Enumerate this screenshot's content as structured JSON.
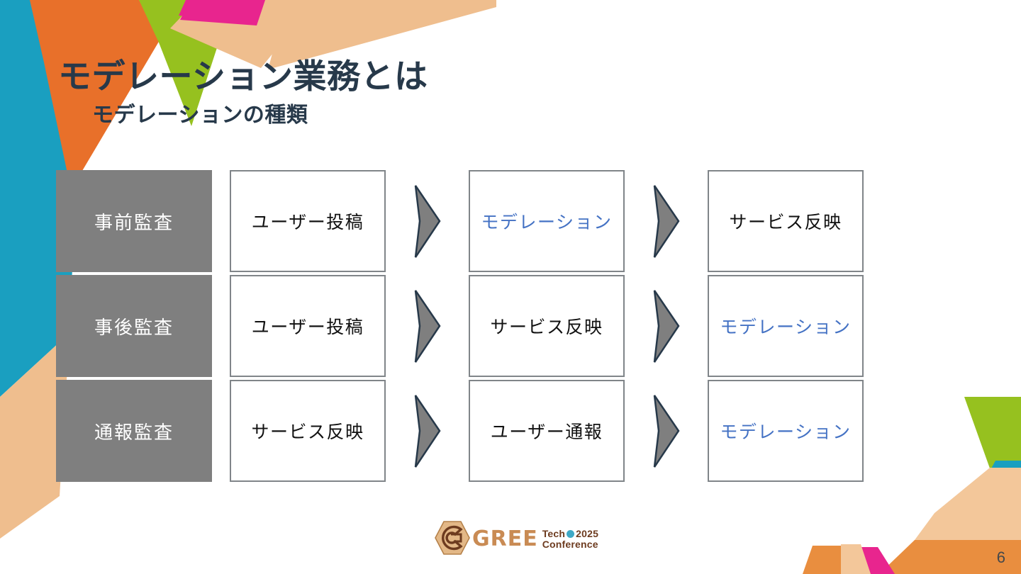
{
  "slide": {
    "title": "モデレーション業務とは",
    "subtitle": "モデレーションの種類",
    "page_number": "6",
    "title_color": "#27394a",
    "accent_color": "#4472c4",
    "category_bg": "#7f7f7f",
    "box_border": "#808589",
    "arrow_fill": "#7f7f7f"
  },
  "diagram": {
    "rows": [
      {
        "category": "事前監査",
        "steps": [
          {
            "label": "ユーザー投稿",
            "accent": false
          },
          {
            "label": "モデレーション",
            "accent": true
          },
          {
            "label": "サービス反映",
            "accent": false
          }
        ]
      },
      {
        "category": "事後監査",
        "steps": [
          {
            "label": "ユーザー投稿",
            "accent": false
          },
          {
            "label": "サービス反映",
            "accent": false
          },
          {
            "label": "モデレーション",
            "accent": true
          }
        ]
      },
      {
        "category": "通報監査",
        "steps": [
          {
            "label": "サービス反映",
            "accent": false
          },
          {
            "label": "ユーザー通報",
            "accent": false
          },
          {
            "label": "モデレーション",
            "accent": true
          }
        ]
      }
    ]
  },
  "footer": {
    "logo_mark": "gree-hexagon-logo-icon",
    "brand": "GREE",
    "tagline_line1": "Tech",
    "tagline_year": "2025",
    "tagline_line2": "Conference"
  },
  "decor": {
    "colors": {
      "cyan": "#1a9fc0",
      "orange": "#e8702a",
      "green": "#96c11f",
      "peach": "#efbe8e",
      "magenta": "#e8258e",
      "orange_band": "#e98e3f",
      "peach_light": "#f3c79a"
    }
  }
}
